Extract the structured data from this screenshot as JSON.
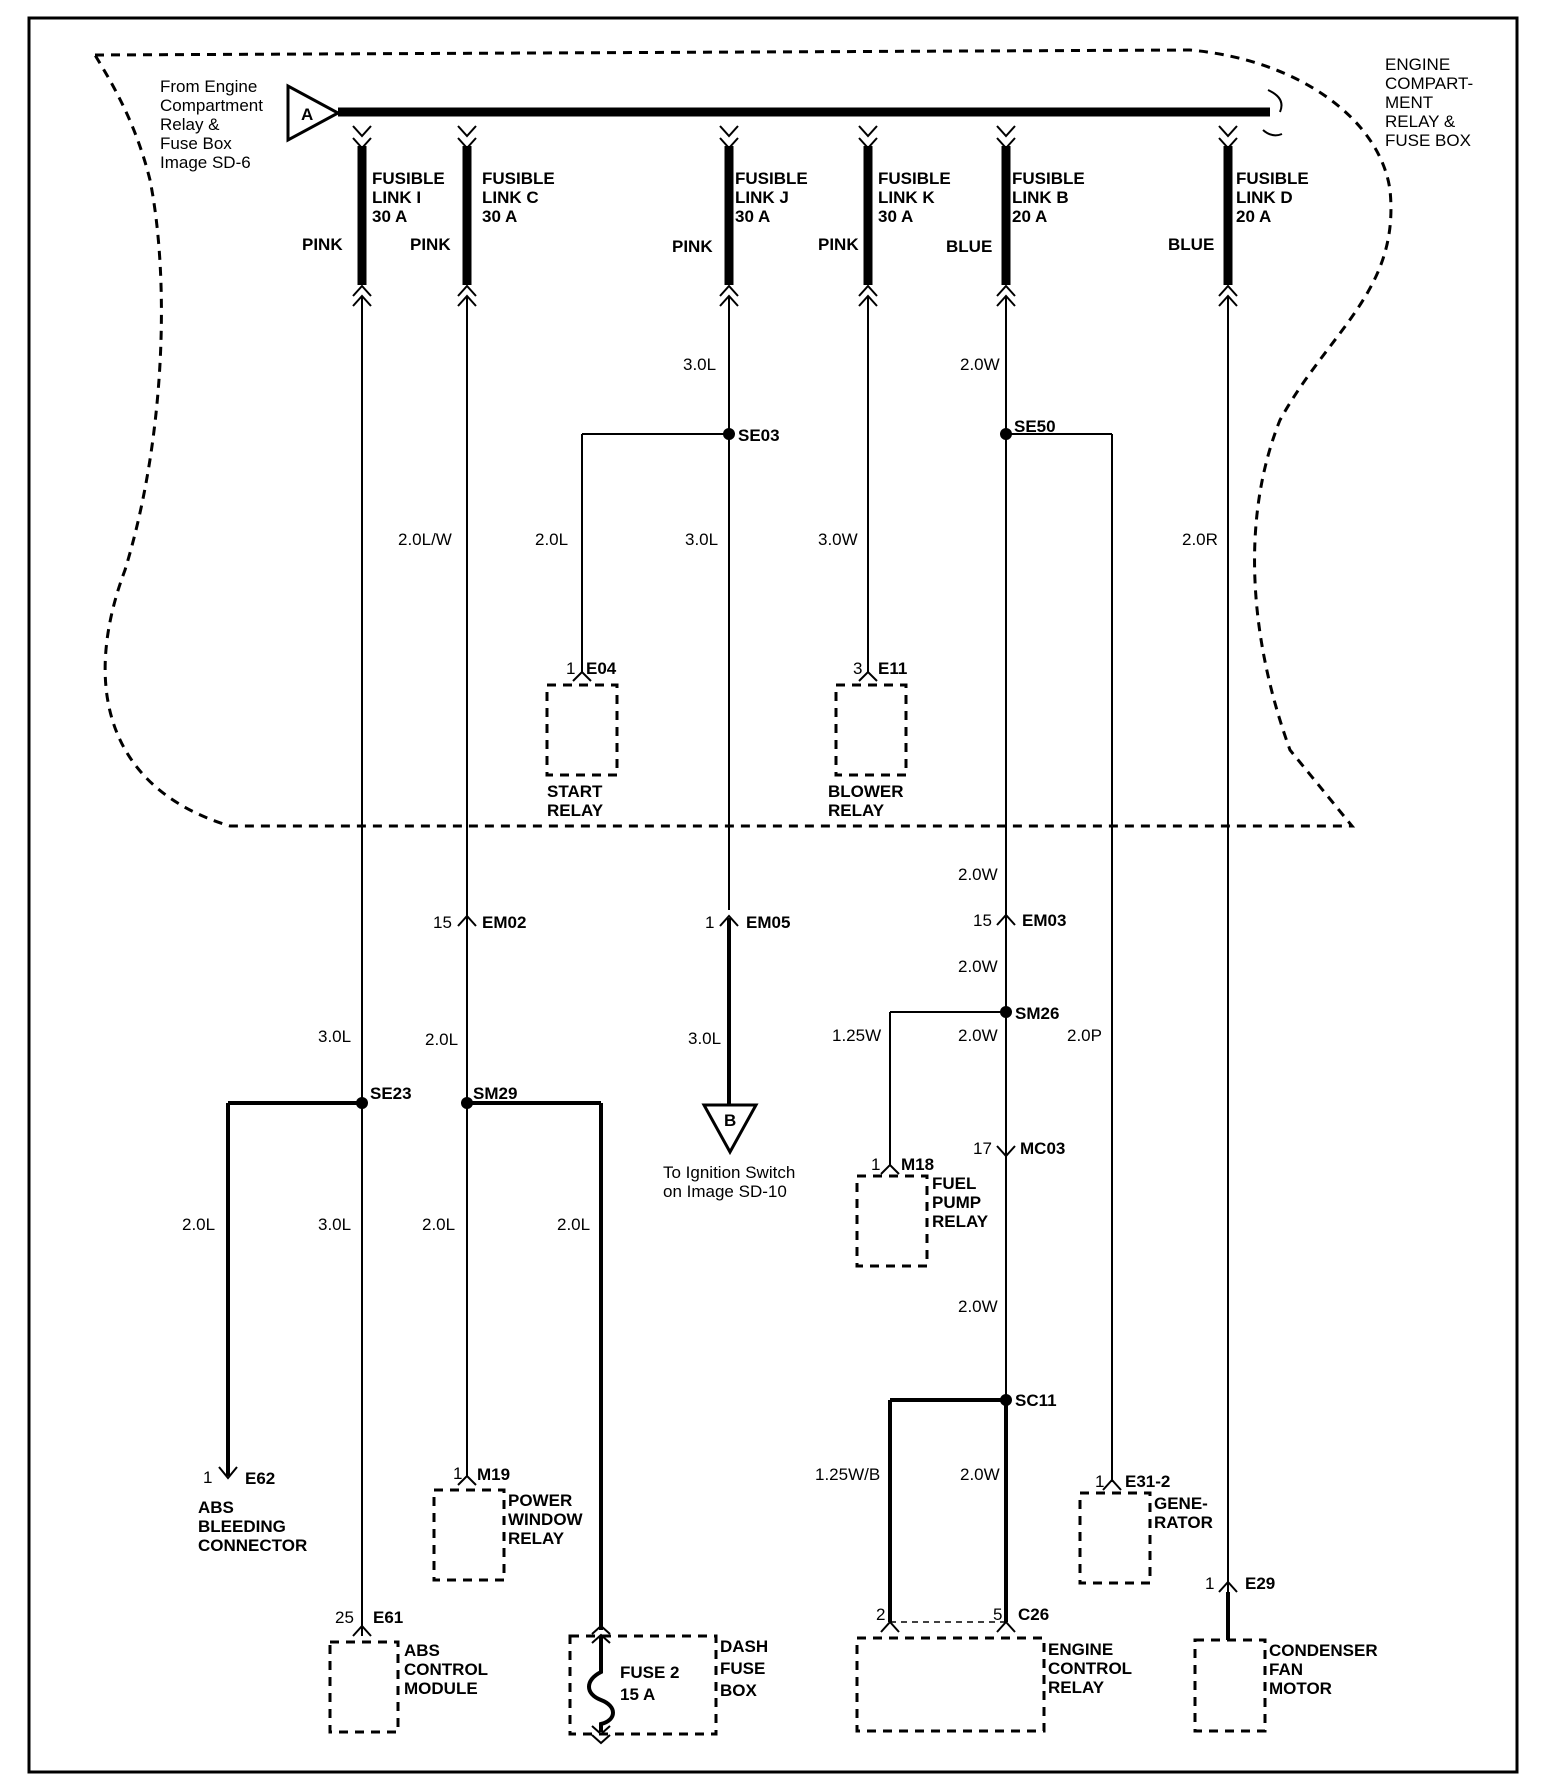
{
  "source_block": {
    "lines": [
      "From Engine",
      "Compartment",
      "Relay &",
      "Fuse Box",
      "Image SD-6"
    ],
    "connector_letter": "A"
  },
  "zone_label": {
    "lines": [
      "ENGINE",
      "COMPART-",
      "MENT",
      "RELAY &",
      "FUSE BOX"
    ]
  },
  "fusible_links": [
    {
      "lines": [
        "FUSIBLE",
        "LINK I",
        "30 A"
      ],
      "color": "PINK"
    },
    {
      "lines": [
        "FUSIBLE",
        "LINK C",
        "30 A"
      ],
      "color": "PINK"
    },
    {
      "lines": [
        "FUSIBLE",
        "LINK J",
        "30 A"
      ],
      "color": "PINK"
    },
    {
      "lines": [
        "FUSIBLE",
        "LINK K",
        "30 A"
      ],
      "color": "PINK"
    },
    {
      "lines": [
        "FUSIBLE",
        "LINK B",
        "20 A"
      ],
      "color": "BLUE"
    },
    {
      "lines": [
        "FUSIBLE",
        "LINK D",
        "20 A"
      ],
      "color": "BLUE"
    }
  ],
  "wire_labels": {
    "j_top": "3.0L",
    "b_top": "2.0W",
    "start_branch": "2.0L",
    "j_mid": "3.0L",
    "c_mid": "2.0L/W",
    "k_mid": "3.0W",
    "d_mid": "2.0R",
    "b_below_zone": "2.0W",
    "b_below_em03": "2.0W",
    "i_mid": "3.0L",
    "c_below_em02": "2.0L",
    "j_below_em05": "3.0L",
    "fuel_pump_branch": "1.25W",
    "b_below_sm26": "2.0W",
    "generator_wire": "2.0P",
    "abs_bleed_wire": "2.0L",
    "i_lower": "3.0L",
    "c_lower": "2.0L",
    "fuse2_wire": "2.0L",
    "b_below_mc03": "2.0W",
    "ecr_pin2_wire": "1.25W/B",
    "ecr_pin5_wire": "2.0W"
  },
  "splices": {
    "se03": "SE03",
    "se50": "SE50",
    "sm26": "SM26",
    "se23": "SE23",
    "sm29": "SM29",
    "sc11": "SC11"
  },
  "connectors": {
    "e04": {
      "pin": "1",
      "id": "E04"
    },
    "e11": {
      "pin": "3",
      "id": "E11"
    },
    "em02": {
      "pin": "15",
      "id": "EM02"
    },
    "em05": {
      "pin": "1",
      "id": "EM05"
    },
    "em03": {
      "pin": "15",
      "id": "EM03"
    },
    "mc03": {
      "pin": "17",
      "id": "MC03"
    },
    "m18": {
      "pin": "1",
      "id": "M18"
    },
    "e62": {
      "pin": "1",
      "id": "E62"
    },
    "m19": {
      "pin": "1",
      "id": "M19"
    },
    "e61": {
      "pin": "25",
      "id": "E61"
    },
    "e31": {
      "pin": "1",
      "id": "E31-2"
    },
    "e29": {
      "pin": "1",
      "id": "E29"
    },
    "c26": {
      "pin_a": "2",
      "pin_b": "5",
      "id": "C26"
    }
  },
  "components": {
    "start_relay": [
      "START",
      "RELAY"
    ],
    "blower_relay": [
      "BLOWER",
      "RELAY"
    ],
    "fuel_pump_relay": [
      "FUEL",
      "PUMP",
      "RELAY"
    ],
    "abs_bleeding": [
      "ABS",
      "BLEEDING",
      "CONNECTOR"
    ],
    "power_window_relay": [
      "POWER",
      "WINDOW",
      "RELAY"
    ],
    "abs_module": [
      "ABS",
      "CONTROL",
      "MODULE"
    ],
    "fuse2": [
      "FUSE 2",
      "15 A"
    ],
    "dash_fuse_box": [
      "DASH",
      "FUSE",
      "BOX"
    ],
    "engine_control_relay": [
      "ENGINE",
      "CONTROL",
      "RELAY"
    ],
    "generator": [
      "GENE-",
      "RATOR"
    ],
    "condenser_fan": [
      "CONDENSER",
      "FAN",
      "MOTOR"
    ]
  },
  "offpage_b": {
    "letter": "B",
    "lines": [
      "To  Ignition Switch",
      "on Image SD-10"
    ]
  }
}
